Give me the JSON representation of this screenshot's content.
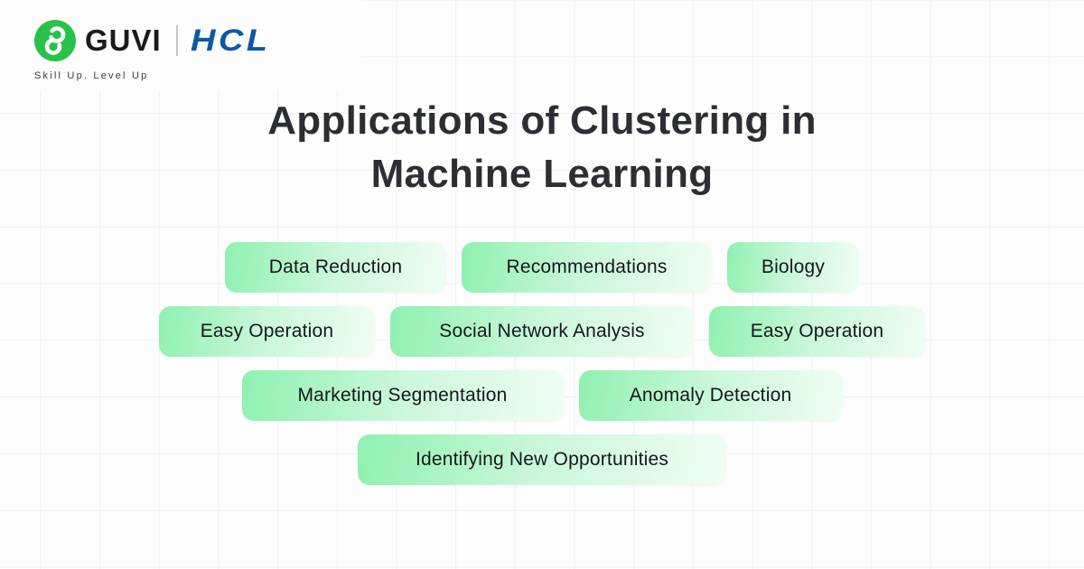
{
  "background": {
    "color": "#FDFDFD",
    "grid_line_color": "#F1F1F3"
  },
  "brand": {
    "guvi_label": "GUVI",
    "hcl_label": "HCL",
    "tagline": "Skill Up. Level Up",
    "colors": {
      "guvi_icon_green": "#28C24B",
      "guvi_text": "#1A1B1E",
      "hcl_blue": "#0E58A6",
      "tagline_gray": "#3D3D3F"
    }
  },
  "title": {
    "line1": "Applications of Clustering in",
    "line2": "Machine Learning",
    "color": "#2D2E33"
  },
  "pills": {
    "colors": {
      "gradient_from": "#8FF1B0",
      "gradient_to": "#F0FDF4",
      "text": "#15181B"
    },
    "rows": [
      {
        "items": [
          {
            "label": "Data Reduction"
          },
          {
            "label": "Recommendations"
          },
          {
            "label": "Biology"
          }
        ]
      },
      {
        "items": [
          {
            "label": "Easy Operation"
          },
          {
            "label": "Social Network Analysis"
          },
          {
            "label": "Easy Operation"
          }
        ]
      },
      {
        "items": [
          {
            "label": "Marketing Segmentation"
          },
          {
            "label": "Anomaly Detection"
          }
        ]
      },
      {
        "items": [
          {
            "label": "Identifying New Opportunities"
          }
        ]
      }
    ]
  }
}
